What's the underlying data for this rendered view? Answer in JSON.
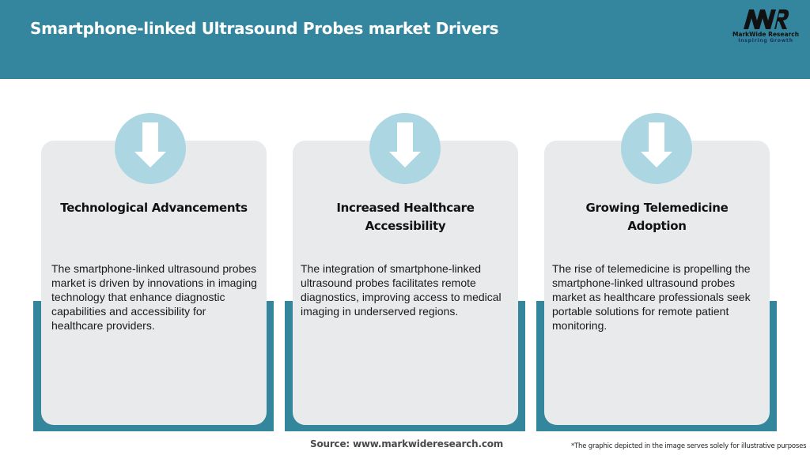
{
  "header": {
    "title": "Smartphone-linked Ultrasound Probes market Drivers",
    "background_color": "#33869d"
  },
  "logo": {
    "mark": "MWR",
    "name": "MarkWide Research",
    "tagline": "Inspiring Growth"
  },
  "cards": [
    {
      "icon": "arrow-down-icon",
      "title": "Technological Advancements",
      "body": "The smartphone-linked ultrasound probes market is driven by innovations in imaging technology that enhance diagnostic capabilities and accessibility for healthcare providers."
    },
    {
      "icon": "arrow-down-icon",
      "title": "Increased Healthcare Accessibility",
      "body": "The integration of smartphone-linked ultrasound probes facilitates remote diagnostics, improving access to medical imaging in underserved regions."
    },
    {
      "icon": "arrow-down-icon",
      "title": "Growing Telemedicine Adoption",
      "body": "The rise of telemedicine is propelling the smartphone-linked ultrasound probes market as healthcare professionals seek portable solutions for remote patient monitoring."
    }
  ],
  "colors": {
    "accent_teal": "#34869c",
    "card_background": "#e8eaec",
    "icon_circle": "#acd6e2"
  },
  "footer": {
    "source": "Source: www.markwideresearch.com",
    "disclaimer": "*The graphic depicted in the image serves solely for illustrative purposes"
  }
}
